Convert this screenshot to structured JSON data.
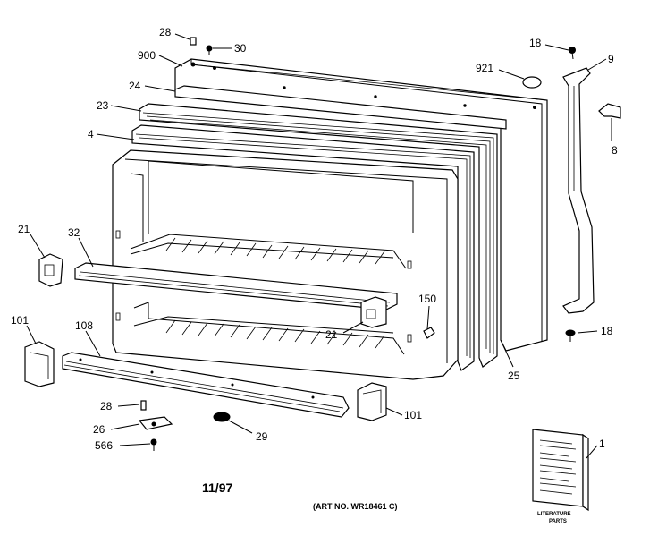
{
  "callouts": {
    "c28a": "28",
    "c30": "30",
    "c900": "900",
    "c24": "24",
    "c23": "23",
    "c4": "4",
    "c921": "921",
    "c18a": "18",
    "c9": "9",
    "c8": "8",
    "c21a": "21",
    "c32": "32",
    "c150": "150",
    "c21b": "21",
    "c101a": "101",
    "c108": "108",
    "c18b": "18",
    "c25": "25",
    "c28b": "28",
    "c26": "26",
    "c566": "566",
    "c29": "29",
    "c101b": "101",
    "c1": "1"
  },
  "date_code": "11/97",
  "art_number": "(ART NO. WR18461 C)",
  "literature_label": {
    "line1": "LITERATURE",
    "line2": "PARTS"
  }
}
